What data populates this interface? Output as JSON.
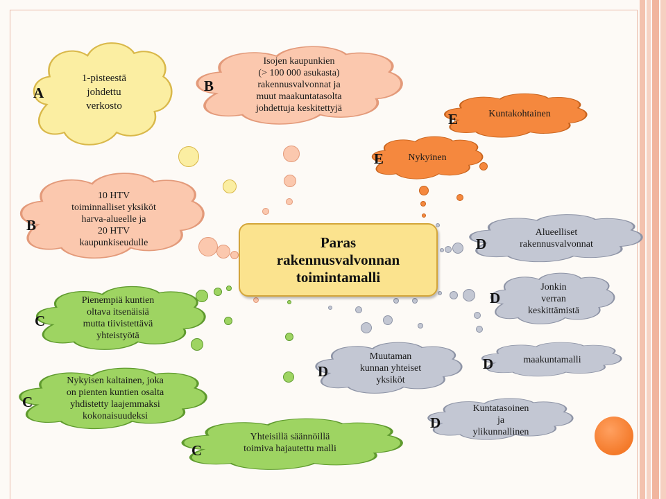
{
  "center": {
    "title": "Paras\nrakennusvalvonnan\ntoimintamalli"
  },
  "colors": {
    "yellow": "#fbeea2",
    "peach": "#fbc8ae",
    "orange": "#f5883e",
    "gray": "#c3c7d3",
    "green": "#9ed462",
    "center_fill": "#fbe38e"
  },
  "clouds": [
    {
      "id": "a1",
      "letter": "A",
      "text": "1-pisteestä\njohdettu\nverkosto",
      "color": "yellow"
    },
    {
      "id": "b1",
      "letter": "B",
      "text": "Isojen kaupunkien\n(> 100 000 asukasta)\nrakennusvalvonnat ja\nmuut maakuntatasolta\njohdettuja keskitettyjä",
      "color": "peach"
    },
    {
      "id": "b2",
      "letter": "B",
      "text": "10 HTV\ntoiminnalliset yksiköt\nharva-alueelle ja\n20 HTV\nkaupunkiseudulle",
      "color": "peach"
    },
    {
      "id": "e1",
      "letter": "E",
      "text": "Kuntakohtainen",
      "color": "orange"
    },
    {
      "id": "e2",
      "letter": "E",
      "text": "Nykyinen",
      "color": "orange"
    },
    {
      "id": "d1",
      "letter": "D",
      "text": "Alueelliset\nrakennusvalvonnat",
      "color": "gray"
    },
    {
      "id": "d2",
      "letter": "D",
      "text": "Jonkin\nverran\nkeskittämistä",
      "color": "gray"
    },
    {
      "id": "d3",
      "letter": "D",
      "text": "Muutaman\nkunnan yhteiset\nyksiköt",
      "color": "gray"
    },
    {
      "id": "d4",
      "letter": "D",
      "text": "maakuntamalli",
      "color": "gray"
    },
    {
      "id": "d5",
      "letter": "D",
      "text": "Kuntatasoinen\nja\nylikunnallinen",
      "color": "gray"
    },
    {
      "id": "c1",
      "letter": "C",
      "text": "Pienempiä kuntien\noltava itsenäisiä\nmutta tiivistettävä\nyhteistyötä",
      "color": "green"
    },
    {
      "id": "c2",
      "letter": "C",
      "text": "Nykyisen kaltainen, joka\non pienten kuntien osalta\nyhdistetty laajemmaksi\nkokonaisuudeksi",
      "color": "green"
    },
    {
      "id": "c3",
      "letter": "C",
      "text": "Yhteisillä säännöillä\ntoimiva hajautettu malli",
      "color": "green"
    }
  ]
}
